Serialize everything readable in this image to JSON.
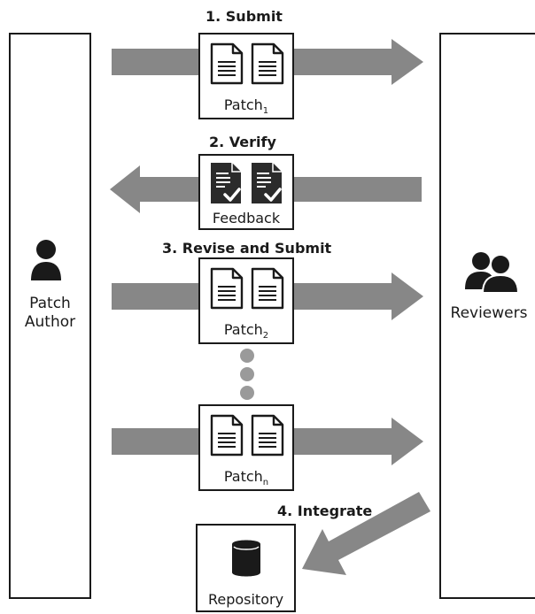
{
  "author": {
    "line1": "Patch",
    "line2": "Author"
  },
  "reviewers": {
    "label": "Reviewers"
  },
  "steps": {
    "submit": "1. Submit",
    "verify": "2. Verify",
    "revise": "3. Revise and Submit",
    "integrate": "4. Integrate"
  },
  "cards": {
    "patch1": {
      "base": "Patch",
      "sub": "1"
    },
    "feedback": {
      "label": "Feedback"
    },
    "patch2": {
      "base": "Patch",
      "sub": "2"
    },
    "patchn": {
      "base": "Patch",
      "sub": "n"
    },
    "repository": {
      "label": "Repository"
    }
  },
  "colors": {
    "arrow": "#878787",
    "ink": "#1a1a1a",
    "dark_doc": "#2b2b2b",
    "dot": "#9a9a9a"
  },
  "icons": [
    "person-icon",
    "people-icon",
    "document-icon",
    "checked-document-icon",
    "database-icon"
  ]
}
